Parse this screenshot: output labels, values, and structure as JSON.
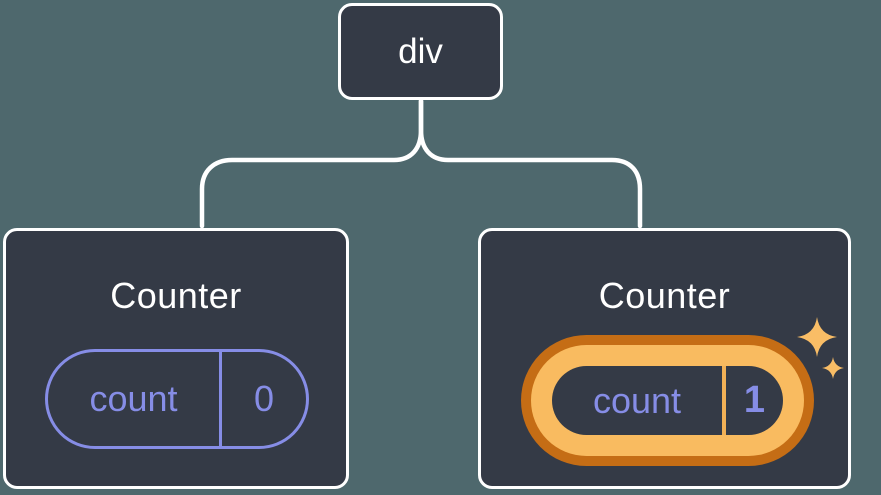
{
  "tree": {
    "root": {
      "label": "div"
    },
    "children": [
      {
        "title": "Counter",
        "state_key": "count",
        "state_value": "0",
        "highlighted": false
      },
      {
        "title": "Counter",
        "state_key": "count",
        "state_value": "1",
        "highlighted": true
      }
    ]
  },
  "icons": {
    "sparkles": "sparkles-icon"
  },
  "colors": {
    "background": "#4e686d",
    "node-fill": "#343a46",
    "node-border": "#ffffff",
    "connector": "#ffffff",
    "accent-purple": "#868de6",
    "highlight-orange-dark": "#c56d15",
    "highlight-orange-light": "#f9bb60",
    "highlight-orange-divider": "#f2b156",
    "sparkle": "#f9bd66"
  }
}
